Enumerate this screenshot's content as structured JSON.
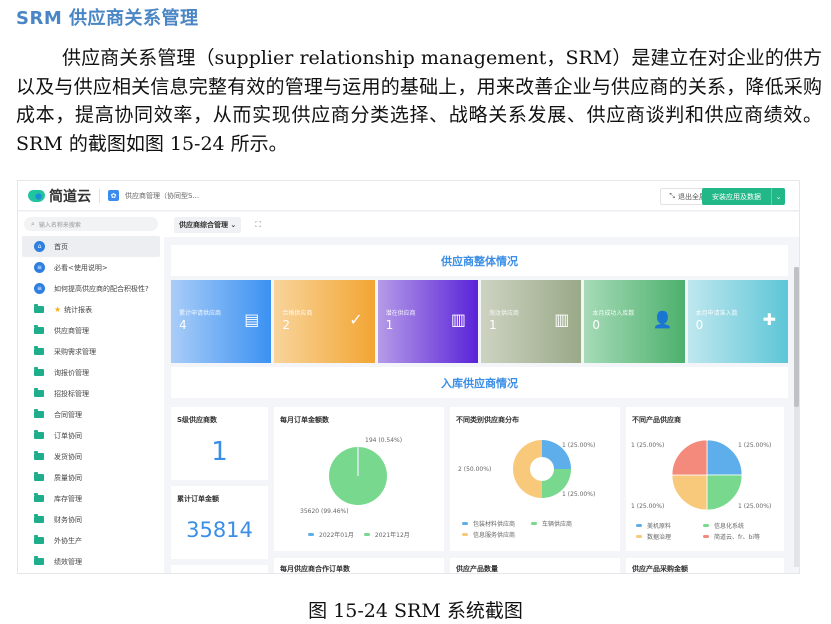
{
  "document": {
    "heading": "SRM 供应商关系管理",
    "paragraph": "供应商关系管理（supplier relationship management，SRM）是建立在对企业的供方以及与供应相关信息完整有效的管理与运用的基础上，用来改善企业与供应商的关系，降低采购成本，提高协同效率，从而实现供应商分类选择、战略关系发展、供应商谈判和供应商绩效。SRM 的截图如图 15-24 所示。",
    "caption": "图 15-24 SRM 系统截图"
  },
  "app": {
    "brand": "简道云",
    "app_name": "供应商管理（协同型S...",
    "exit_fullscreen": "退出全屏",
    "install_label": "安装应用及数据"
  },
  "sidebar": {
    "search_placeholder": "输入名称来搜索",
    "items": [
      {
        "label": "首页",
        "icon": "home-icon",
        "active": true
      },
      {
        "label": "必看<使用说明>",
        "icon": "document-icon"
      },
      {
        "label": "如何提高供应商的配合积极性?",
        "icon": "document-icon"
      },
      {
        "label": "统计报表",
        "icon": "folder-icon",
        "star": true
      },
      {
        "label": "供应商管理",
        "icon": "folder-icon"
      },
      {
        "label": "采购需求管理",
        "icon": "folder-icon"
      },
      {
        "label": "询报价管理",
        "icon": "folder-icon"
      },
      {
        "label": "招投标管理",
        "icon": "folder-icon"
      },
      {
        "label": "合同管理",
        "icon": "folder-icon"
      },
      {
        "label": "订单协同",
        "icon": "folder-icon"
      },
      {
        "label": "发货协同",
        "icon": "folder-icon"
      },
      {
        "label": "质量协同",
        "icon": "folder-icon"
      },
      {
        "label": "库存管理",
        "icon": "folder-icon"
      },
      {
        "label": "财务协同",
        "icon": "folder-icon"
      },
      {
        "label": "外协生产",
        "icon": "folder-icon"
      },
      {
        "label": "绩效管理",
        "icon": "folder-icon"
      }
    ]
  },
  "dashboard": {
    "selector": "供应商综合管理",
    "section1_title": "供应商整体情况",
    "section2_title": "入库供应商情况",
    "cards": [
      {
        "label": "累计申请供应商",
        "value": "4",
        "icon": "clipboard-icon",
        "from": "#a9cdf8",
        "to": "#3b91f2"
      },
      {
        "label": "合格供应商",
        "value": "2",
        "icon": "bookmark-check-icon",
        "from": "#f8d49b",
        "to": "#f2a533"
      },
      {
        "label": "潜在供应商",
        "value": "1",
        "icon": "columns-icon",
        "from": "#b59be8",
        "to": "#5a23d8"
      },
      {
        "label": "淘汰供应商",
        "value": "1",
        "icon": "columns-icon",
        "from": "#cdd3c2",
        "to": "#9aa987"
      },
      {
        "label": "本月成功入库数",
        "value": "0",
        "icon": "user-icon",
        "from": "#a6dbb7",
        "to": "#4db06d"
      },
      {
        "label": "本月申请准入数",
        "value": "0",
        "icon": "puzzle-icon",
        "from": "#bfe7ef",
        "to": "#5dc6d6"
      }
    ],
    "panels": {
      "s_level": {
        "title": "S级供应商数",
        "value": "1"
      },
      "total_amount": {
        "title": "累计订单金额",
        "value": "35814"
      },
      "monthly_amount": {
        "title": "每月订单金额数",
        "label_small": "194 (0.54%)",
        "label_large": "35620 (99.46%)",
        "legend": [
          "2022年01月",
          "2021年12月"
        ]
      },
      "category_dist": {
        "title": "不同类别供应商分布",
        "labels": [
          "1 (25.00%)",
          "1 (25.00%)",
          "2 (50.00%)"
        ],
        "legend": [
          "包装材料供应商",
          "车辆供应商",
          "信息服务供应商"
        ]
      },
      "product_supplier": {
        "title": "不同产品供应商",
        "labels": [
          "1 (25.00%)",
          "1 (25.00%)",
          "1 (25.00%)",
          "1 (25.00%)"
        ],
        "legend": [
          "美机原料",
          "信息化系统",
          "数据治理",
          "简道云、fr、bi等"
        ]
      },
      "monthly_coop": {
        "title": "每月供应商合作订单数"
      },
      "product_count": {
        "title": "供应产品数量"
      },
      "product_amount": {
        "title": "供应产品采购金额"
      }
    }
  }
}
